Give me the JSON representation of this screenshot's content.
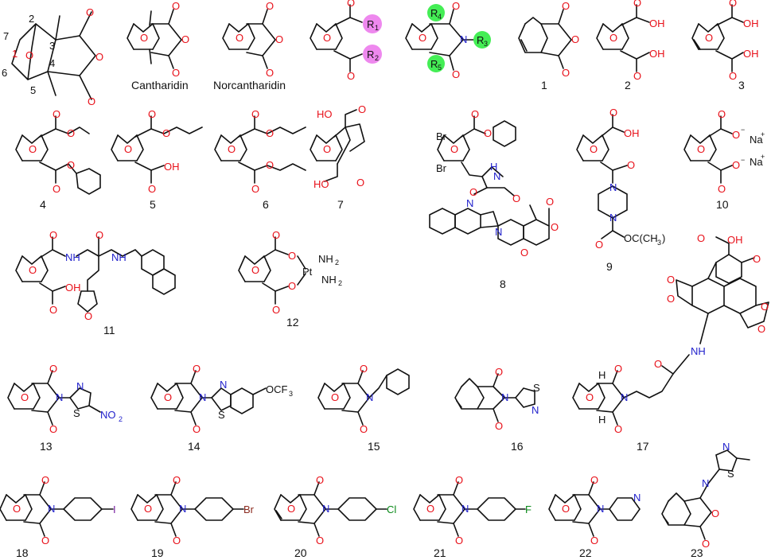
{
  "labels": {
    "cantharidin": "Cantharidin",
    "norcantharidin": "Norcantharidin",
    "c1": "1",
    "c2": "2",
    "c3": "3",
    "c4": "4",
    "c5": "5",
    "c6": "6",
    "c7": "7",
    "c8": "8",
    "c9": "9",
    "c10": "10",
    "c11": "11",
    "c12": "12",
    "c13": "13",
    "c14": "14",
    "c15": "15",
    "c16": "16",
    "c17": "17",
    "c18": "18",
    "c19": "19",
    "c20": "20",
    "c21": "21",
    "c22": "22",
    "c23": "23"
  },
  "atoms": {
    "O": "O",
    "OH": "OH",
    "HO": "HO",
    "N": "N",
    "S": "S",
    "NH": "NH",
    "HN": "H",
    "H": "H",
    "Br": "Br",
    "I": "I",
    "Cl": "Cl",
    "F": "F",
    "R1": "R",
    "R2": "R",
    "R3": "R",
    "R4": "R",
    "R5": "R",
    "sub1": "1",
    "sub2": "2",
    "sub3": "3",
    "sub4": "4",
    "sub5": "5",
    "NO2": "NO",
    "OCF3": "OCF",
    "Na": "Na",
    "plus": "+",
    "minus": "−",
    "Pt": "Pt",
    "NH2": "NH",
    "OCMe3": "OC(CH",
    "Me3end": ")",
    "sub_3": "3"
  },
  "numbering": {
    "n1": "1",
    "n2": "2",
    "n3": "3",
    "n4": "4",
    "n5": "5",
    "n6": "6",
    "n7": "7"
  },
  "colors": {
    "oxygen": "#e8111a",
    "nitrogen": "#2222cc",
    "iodine": "#7a1fa2",
    "bromine": "#8b2a1e",
    "halogen": "#0b8a1a",
    "R_pink": "#ee88ee",
    "R_green": "#44ee55"
  }
}
